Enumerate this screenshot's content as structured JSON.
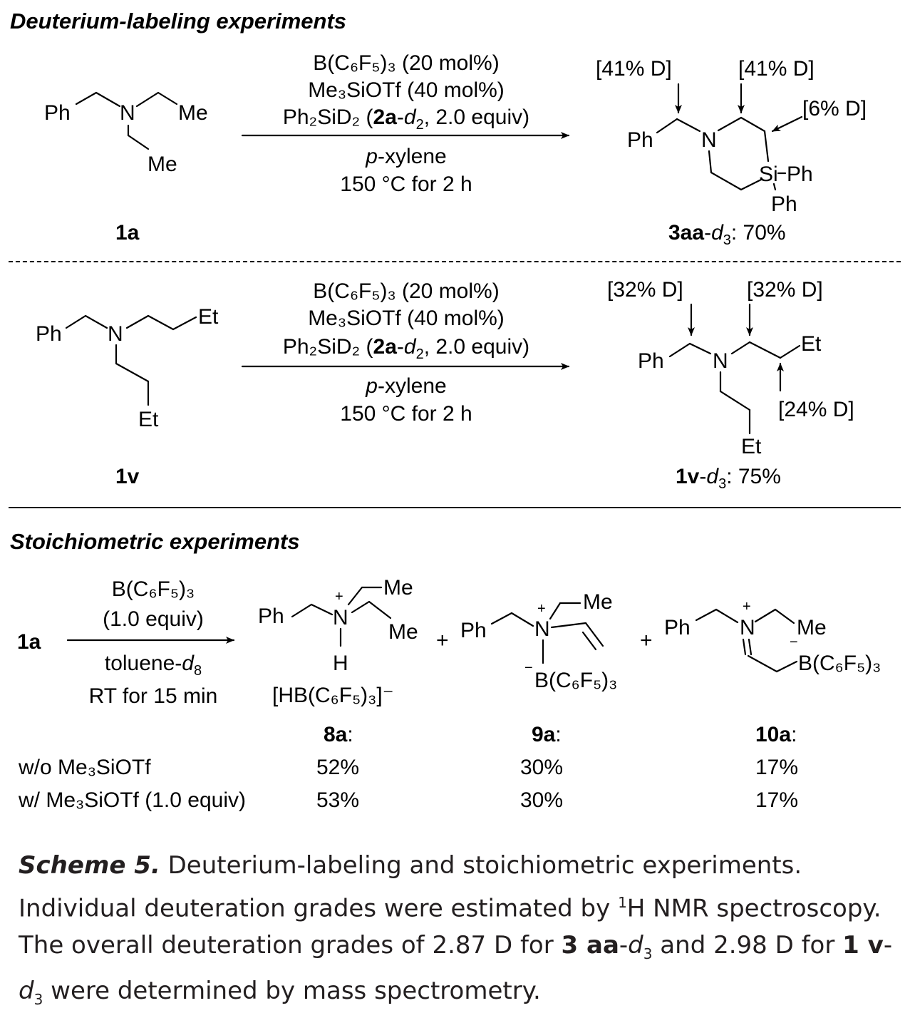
{
  "deuterium_section": {
    "title": "Deuterium-labeling experiments",
    "reaction1": {
      "substrate": {
        "ph": "Ph",
        "n": "N",
        "me1": "Me",
        "me2": "Me",
        "label": "1a"
      },
      "conditions": {
        "line1": "B(C₆F₅)₃ (20 mol%)",
        "line2": "Me₃SiOTf (40 mol%)",
        "line3_pre": "Ph₂SiD₂ (",
        "line3_bold": "2a",
        "line3_mid": "-",
        "line3_italic": "d",
        "line3_sub": "2",
        "line3_post": ", 2.0 equiv)",
        "solvent_italic": "p",
        "solvent_rest": "-xylene",
        "temp": "150 °C for 2 h"
      },
      "product": {
        "ph1": "Ph",
        "n": "N",
        "si": "Si",
        "si_ph": "Ph",
        "ph2": "Ph",
        "d1": "[41% D]",
        "d2": "[41% D]",
        "d3": "[6% D]",
        "label_bold": "3aa",
        "label_mid": "-",
        "label_italic": "d",
        "label_sub": "3",
        "yield": ": 70%"
      }
    },
    "reaction2": {
      "substrate": {
        "ph": "Ph",
        "n": "N",
        "et1": "Et",
        "et2": "Et",
        "label": "1v"
      },
      "conditions": {
        "line1": "B(C₆F₅)₃ (20 mol%)",
        "line2": "Me₃SiOTf (40 mol%)",
        "line3_pre": "Ph₂SiD₂ (",
        "line3_bold": "2a",
        "line3_mid": "-",
        "line3_italic": "d",
        "line3_sub": "2",
        "line3_post": ", 2.0 equiv)",
        "solvent_italic": "p",
        "solvent_rest": "-xylene",
        "temp": "150 °C for 2 h"
      },
      "product": {
        "ph": "Ph",
        "n": "N",
        "et1": "Et",
        "et2": "Et",
        "d1": "[32% D]",
        "d2": "[32% D]",
        "d3": "[24% D]",
        "label_bold": "1v",
        "label_mid": "-",
        "label_italic": "d",
        "label_sub": "3",
        "yield": ": 75%"
      }
    }
  },
  "stoich_section": {
    "title": "Stoichiometric experiments",
    "substrate": "1a",
    "conditions": {
      "line1": "B(C₆F₅)₃",
      "line2": "(1.0 equiv)",
      "line3_pre": "toluene-",
      "line3_italic": "d",
      "line3_sub": "8",
      "line4": "RT for 15 min"
    },
    "product8a": {
      "ph": "Ph",
      "n": "N",
      "plus": "+",
      "me1": "Me",
      "me2": "Me",
      "h": "H",
      "anion": "[HB(C₆F₅)₃]⁻",
      "label": "8a",
      "colon": ":"
    },
    "product9a": {
      "ph": "Ph",
      "n": "N",
      "plus": "+",
      "me": "Me",
      "minus": "−",
      "borane": "B(C₆F₅)₃",
      "label": "9a",
      "colon": ":"
    },
    "product10a": {
      "ph": "Ph",
      "n": "N",
      "plus": "+",
      "me": "Me",
      "minus": "−",
      "borane": "B(C₆F₅)₃",
      "label": "10a",
      "colon": ":"
    },
    "plus_sign": "+",
    "rows": [
      {
        "condition": "w/o Me₃SiOTf",
        "y8a": "52%",
        "y9a": "30%",
        "y10a": "17%"
      },
      {
        "condition": "w/ Me₃SiOTf (1.0 equiv)",
        "y8a": "53%",
        "y9a": "30%",
        "y10a": "17%"
      }
    ]
  },
  "caption": {
    "label": "Scheme 5.",
    "text1": " Deuterium-labeling and stoichiometric experiments. Individual deuteration grades were estimated by ",
    "sup": "1",
    "text2": "H NMR spectroscopy. The overall deuteration grades of 2.87 D for ",
    "c1_bold": "3 aa",
    "c1_mid": "-",
    "c1_italic": "d",
    "c1_sub": "3",
    "text3": " and 2.98 D for ",
    "c2_bold": "1 v",
    "c2_mid": "-",
    "c2_italic": "d",
    "c2_sub": "3",
    "text4": " were determined by mass spectrometry."
  }
}
